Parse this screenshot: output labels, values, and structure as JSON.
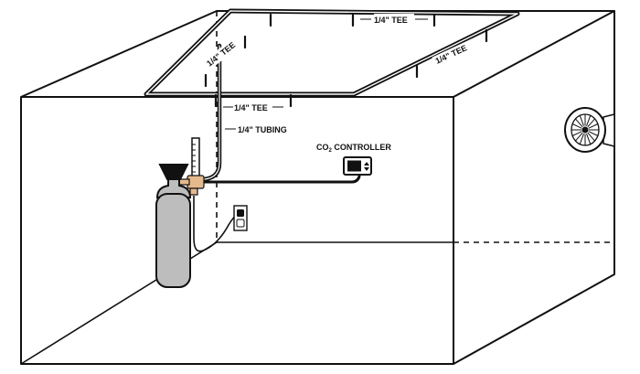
{
  "labels": {
    "tee_top_center": "1/4\" TEE",
    "tee_top_left": "1/4\" TEE",
    "tee_top_right": "1/4\" TEE",
    "tee_bottom": "1/4\" TEE",
    "tubing": "1/4\" TUBING",
    "controller_prefix": "CO",
    "controller_subscript": "2",
    "controller_suffix": " CONTROLLER"
  },
  "colors": {
    "outline": "#111111",
    "tubing": "#111111",
    "regulator": "#e6b98c",
    "cylinder": "#bdbdbd",
    "background": "#ffffff"
  },
  "icons": {
    "fan": "fan-icon",
    "outlet": "outlet-icon",
    "controller": "controller-icon",
    "cylinder": "co2-cylinder-icon"
  }
}
